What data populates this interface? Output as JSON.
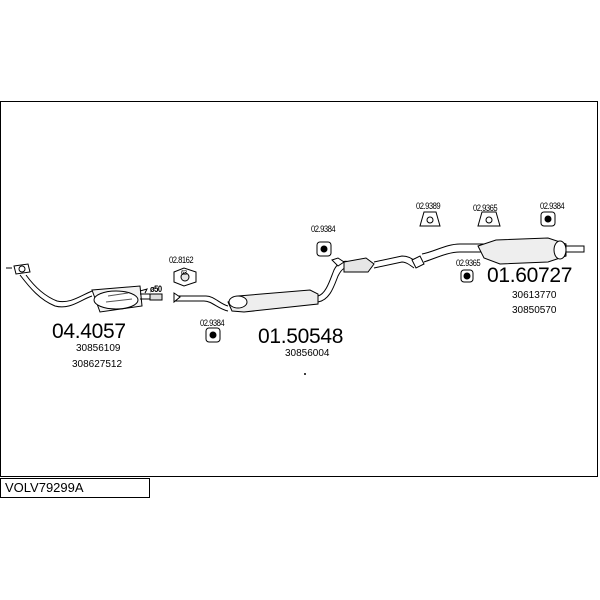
{
  "diagram": {
    "code": "VOLV79299A",
    "diameter": "50",
    "parts": [
      {
        "number": "04.4057",
        "refs": [
          "30856109",
          "308627512"
        ]
      },
      {
        "number": "01.50548",
        "refs": [
          "30856004"
        ]
      },
      {
        "number": "01.60727",
        "refs": [
          "30613770",
          "30850570"
        ]
      }
    ],
    "fittings": [
      {
        "number": "02.8162",
        "badge": "63"
      },
      {
        "number": "02.9384"
      },
      {
        "number": "02.9384"
      },
      {
        "number": "02.9389"
      },
      {
        "number": "02.9365"
      },
      {
        "number": "02.9384"
      },
      {
        "number": "02.9365"
      }
    ]
  }
}
